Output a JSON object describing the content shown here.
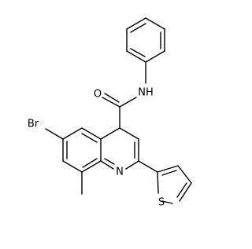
{
  "molecule": {
    "atom_labels": {
      "br": "Br",
      "n_quinoline": "N",
      "o_carbonyl": "O",
      "nh_amide": "NH",
      "s_thiophene": "S"
    }
  }
}
